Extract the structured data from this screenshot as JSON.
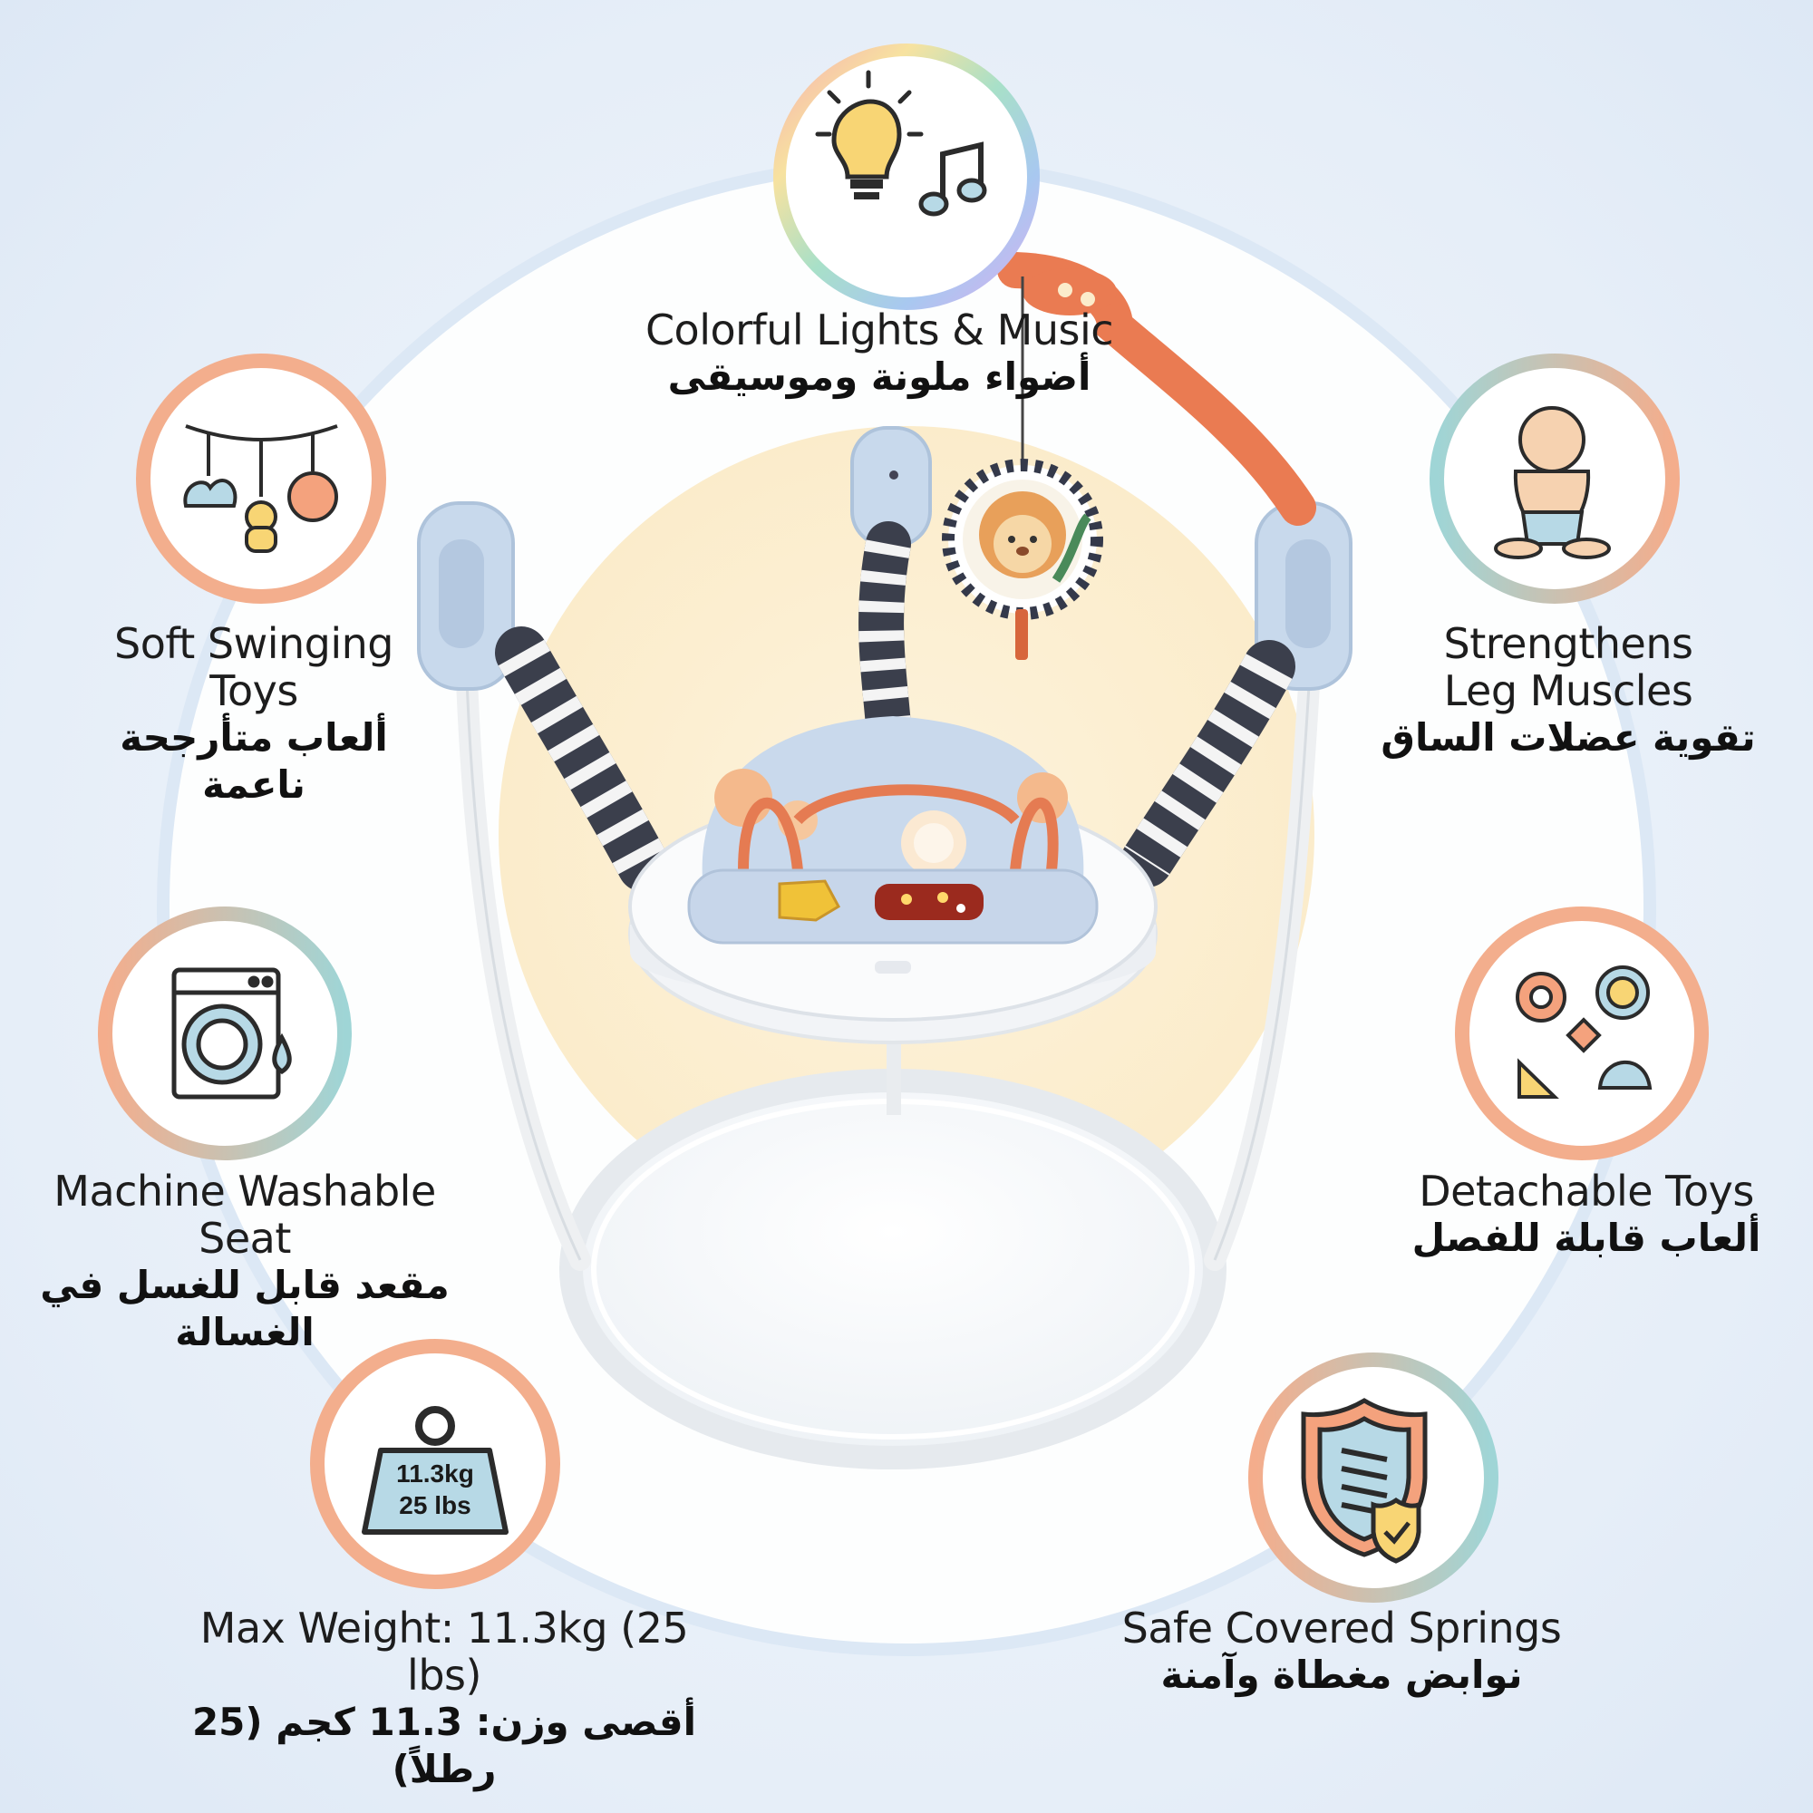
{
  "features": {
    "lights": {
      "en": "Colorful Lights & Music",
      "ar": "أضواء ملونة وموسيقى",
      "icon": "lightbulb-music-icon"
    },
    "swinging_toys": {
      "en": "Soft Swinging\nToys",
      "ar": "ألعاب متأرجحة ناعمة",
      "icon": "hanging-toys-icon"
    },
    "leg_muscles": {
      "en": "Strengthens\nLeg Muscles",
      "ar": "تقوية عضلات الساق",
      "icon": "sitting-baby-icon"
    },
    "washable_seat": {
      "en": "Machine Washable Seat",
      "ar": "مقعد قابل للغسل في\nالغسالة",
      "icon": "washing-machine-icon"
    },
    "detachable_toys": {
      "en": "Detachable Toys",
      "ar": "ألعاب قابلة للفصل",
      "icon": "shape-toys-icon"
    },
    "max_weight": {
      "en": "Max Weight: 11.3kg (25 lbs)",
      "ar": "أقصى وزن: 11.3 كجم (25 رطلاً)",
      "icon": "weight-icon",
      "weight_kg": "11.3kg",
      "weight_lbs": "25 lbs"
    },
    "springs": {
      "en": "Safe Covered Springs",
      "ar": "نوابض مغطاة وآمنة",
      "icon": "shield-spring-icon"
    }
  },
  "colors": {
    "background": "#e6eef8",
    "ring": "#f7faff",
    "peach": "#f2a98a",
    "teal": "#a8d8d8",
    "icon_blue": "#b7d9e6",
    "icon_orange": "#f4a27d",
    "icon_yellow": "#f8d574",
    "seat_blue": "#c9d9ec",
    "orange_arm": "#ea7b52"
  }
}
